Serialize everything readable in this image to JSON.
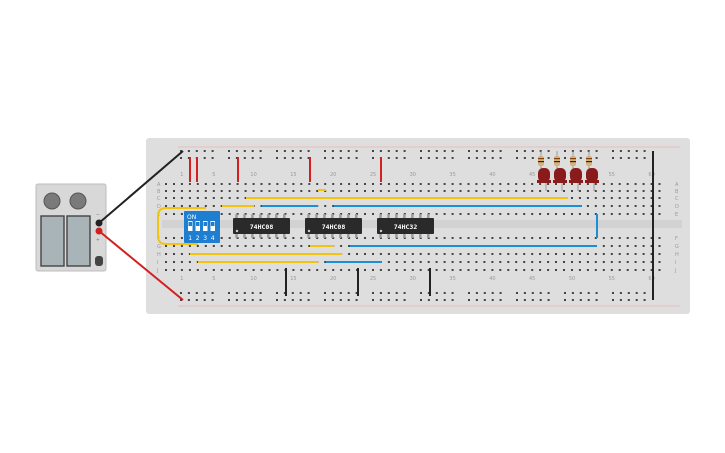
{
  "breadboard": {
    "row_letters_top": [
      "A",
      "B",
      "C",
      "D",
      "E"
    ],
    "row_letters_bottom": [
      "F",
      "G",
      "H",
      "I",
      "J"
    ],
    "column_numbers": [
      "1",
      "5",
      "10",
      "15",
      "20",
      "25",
      "30",
      "35",
      "40",
      "45",
      "50",
      "55",
      "60"
    ]
  },
  "power_supply": {
    "plus_label": "+",
    "minus_label": "−"
  },
  "dip_switch": {
    "on_label": "ON",
    "positions": [
      "1",
      "2",
      "3",
      "4"
    ]
  },
  "chips": [
    {
      "label": "74HC08"
    },
    {
      "label": "74HC08"
    },
    {
      "label": "74HC32"
    }
  ],
  "leds": [
    {
      "color": "#8b1a1a"
    },
    {
      "color": "#8b1a1a"
    },
    {
      "color": "#8b1a1a"
    },
    {
      "color": "#8b1a1a"
    }
  ],
  "colors": {
    "board": "#dedede",
    "rail_red": "#d21f1f",
    "rail_black": "#222222",
    "wire_yellow": "#f2c40f",
    "wire_blue": "#1a8fd6",
    "chip": "#2a2a2a",
    "dip": "#1e7fd0"
  }
}
